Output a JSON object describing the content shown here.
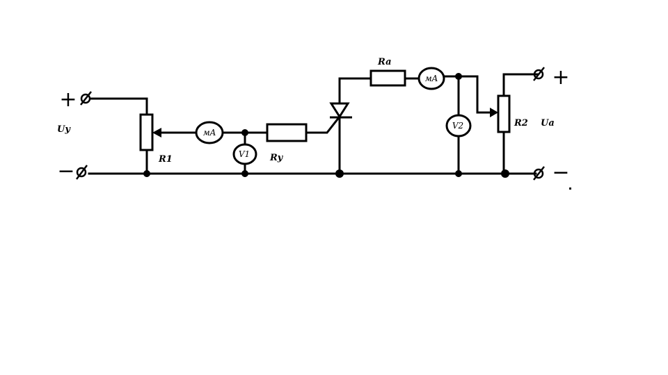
{
  "terminals": {
    "left_plus": "+",
    "left_minus": "−",
    "right_plus": "+",
    "right_minus": "−"
  },
  "labels": {
    "uy": "Uy",
    "ua": "Ua",
    "r1": "R1",
    "r2": "R2",
    "ry": "Ry",
    "ra": "Ra"
  },
  "meters": {
    "ma_left": "мA",
    "ma_right": "мA",
    "v1": "V1",
    "v2": "V2"
  },
  "colors": {
    "line": "#000000",
    "background": "#ffffff"
  }
}
